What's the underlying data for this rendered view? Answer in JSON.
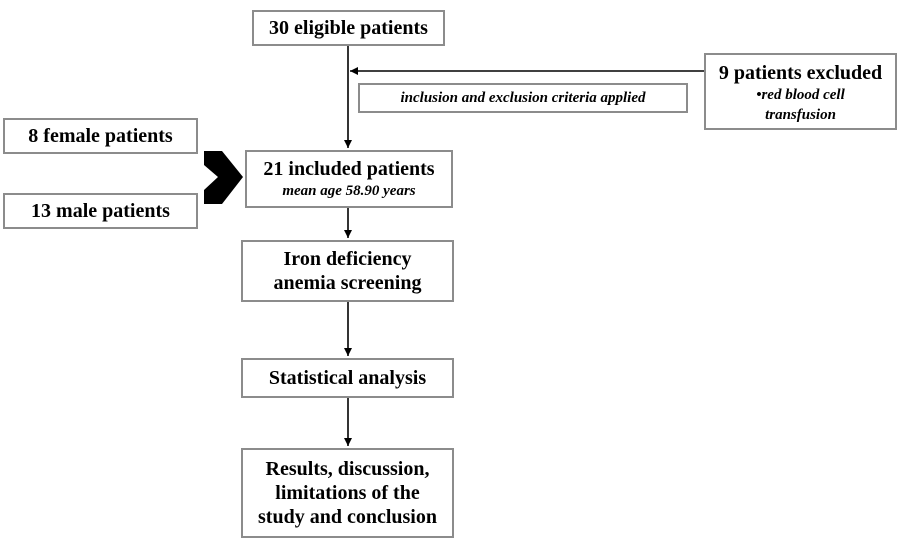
{
  "flowchart": {
    "eligible": "30 eligible patients",
    "excluded_title": "9 patients excluded",
    "excluded_reason_line1": "•red blood cell",
    "excluded_reason_line2": "transfusion",
    "criteria": "inclusion and exclusion criteria applied",
    "included_title": "21 included patients",
    "included_subtitle": "mean age 58.90 years",
    "female": "8 female patients",
    "male": "13 male patients",
    "screening_line1": "Iron deficiency",
    "screening_line2": "anemia screening",
    "analysis": "Statistical analysis",
    "results_line1": "Results, discussion,",
    "results_line2": "limitations of the",
    "results_line3": "study and conclusion"
  },
  "colors": {
    "box_border": "#8c8c8c",
    "arrow": "#000000",
    "text": "#000000"
  }
}
